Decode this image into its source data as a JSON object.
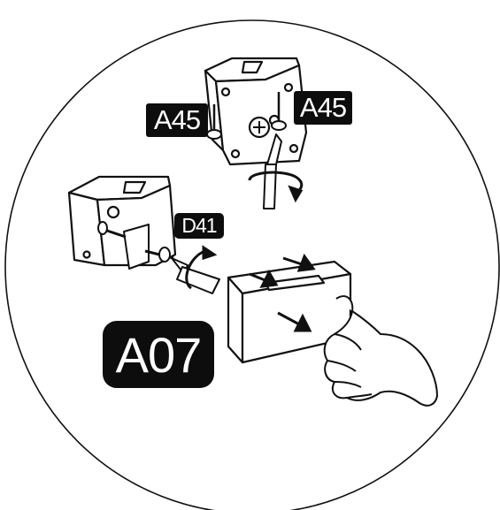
{
  "labels": {
    "a45_left": "A45",
    "a45_right": "A45",
    "d41": "D41",
    "a07": "A07"
  },
  "colors": {
    "ink": "#111111",
    "label_bg": "#0d0d0d",
    "label_text": "#ffffff",
    "background": "#ffffff"
  },
  "icons": [
    "mounting-bracket-icon",
    "screw-icon",
    "screwdriver-icon",
    "rotation-arrow-icon",
    "push-arrow-icon",
    "hand-icon"
  ]
}
